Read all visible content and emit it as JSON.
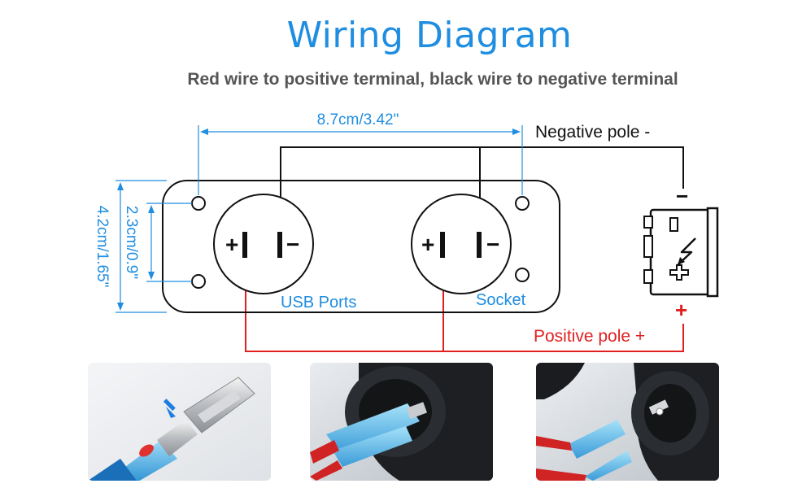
{
  "title": "Wiring Diagram",
  "subtitle": "Red wire to positive terminal, black wire to negative terminal",
  "dimensions": {
    "width": "8.7cm/3.42\"",
    "hole_spacing": "2.3cm/0.9\"",
    "height": "4.2cm/1.65\""
  },
  "labels": {
    "negative_pole": "Negative pole -",
    "positive_pole": "Positive pole +",
    "usb_ports": "USB Ports",
    "socket": "Socket",
    "battery_minus": "−",
    "battery_plus": "+"
  },
  "terminals": {
    "plus": "+",
    "minus": "−"
  },
  "colors": {
    "title": "#1f8de0",
    "dimension": "#1f8de0",
    "positive_wire": "#e02020",
    "negative_wire": "#111111",
    "outline": "#111111"
  },
  "photos": [
    {
      "depicts": "crimp-terminal-photo"
    },
    {
      "depicts": "socket-with-wires-photo"
    },
    {
      "depicts": "socket-terminal-connection-photo"
    }
  ]
}
